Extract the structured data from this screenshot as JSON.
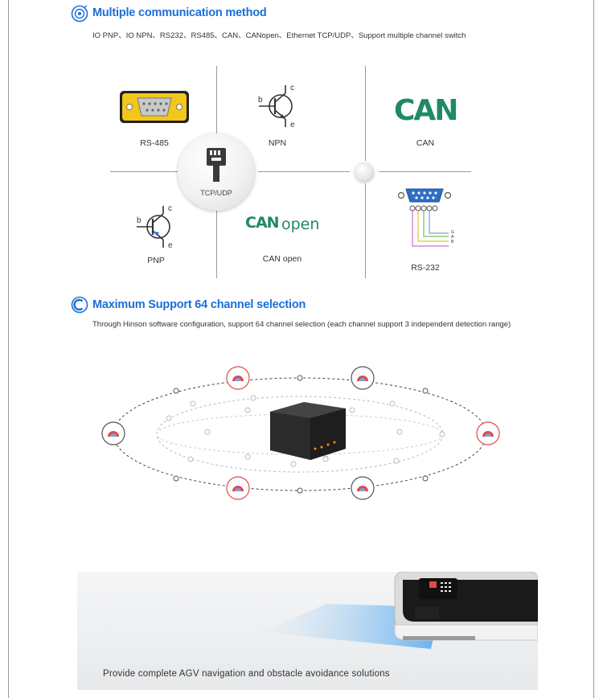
{
  "section_comm": {
    "title": "Multiple communication method",
    "description": "IO PNP、IO NPN、RS232、RS485、CAN、CANopen、Ethernet TCP/UDP、Support multiple channel switch",
    "hub_label": "TCP/UDP",
    "nodes": {
      "rs485": "RS-485",
      "npn": "NPN",
      "can": "CAN",
      "pnp": "PNP",
      "canopen": "CAN open",
      "rs232": "RS-232"
    },
    "transistor_pins": {
      "base": "b",
      "collector": "c",
      "emitter": "e"
    },
    "can_logo_text": "CAN",
    "canopen_logo": {
      "can": "CAN",
      "open": "open"
    },
    "rs232_wire_labels": [
      "G",
      "A",
      "B"
    ]
  },
  "section_channels": {
    "title": "Maximum Support 64 channel selection",
    "description": "Through Hinson software configuration, support 64 channel selection (each channel support 3 independent detection range)"
  },
  "banner": {
    "caption": "Provide complete AGV navigation and obstacle avoidance solutions"
  },
  "colors": {
    "accent_blue": "#1a6fd8",
    "can_green": "#1f8a63",
    "sensor_red": "#e24a4a",
    "db9_blue": "#2f6fc4",
    "db9_yellow": "#f2c61b"
  }
}
